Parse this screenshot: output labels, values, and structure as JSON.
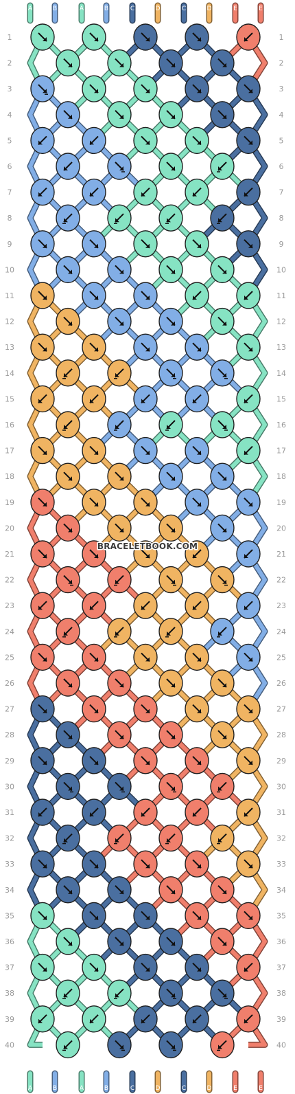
{
  "watermark": "BRACELETBOOK.COM",
  "strands": {
    "top_labels": [
      "A",
      "B",
      "A",
      "B",
      "C",
      "D",
      "C",
      "D",
      "E",
      "E"
    ],
    "bottom_labels": [
      "A",
      "B",
      "A",
      "B",
      "C",
      "D",
      "C",
      "D",
      "E",
      "E"
    ],
    "colors": {
      "A": "#86e3c3",
      "B": "#82aee6",
      "C": "#4a6fa0",
      "D": "#f0b462",
      "E": "#f07f6c"
    }
  },
  "row_count": 40,
  "row_numbers_left": [
    "1",
    "2",
    "3",
    "4",
    "5",
    "6",
    "7",
    "8",
    "9",
    "10",
    "11",
    "12",
    "13",
    "14",
    "15",
    "16",
    "17",
    "18",
    "19",
    "20",
    "21",
    "22",
    "23",
    "24",
    "25",
    "26",
    "27",
    "28",
    "29",
    "30",
    "31",
    "32",
    "33",
    "34",
    "35",
    "36",
    "37",
    "38",
    "39",
    "40"
  ],
  "row_numbers_right": [
    "1",
    "2",
    "3",
    "4",
    "5",
    "6",
    "7",
    "8",
    "9",
    "10",
    "11",
    "12",
    "13",
    "14",
    "15",
    "16",
    "17",
    "18",
    "19",
    "20",
    "21",
    "22",
    "23",
    "24",
    "25",
    "26",
    "27",
    "28",
    "29",
    "30",
    "31",
    "32",
    "33",
    "34",
    "35",
    "36",
    "37",
    "38",
    "39",
    "40"
  ],
  "knots": [
    {
      "row": 1,
      "colors": [
        "A",
        "A",
        "C",
        "C",
        "E"
      ],
      "dirs": [
        "se",
        "se",
        "se",
        "se",
        "sw"
      ]
    },
    {
      "row": 2,
      "colors": [
        "A",
        "A",
        "C",
        "C"
      ],
      "dirs": [
        "se",
        "se",
        "se",
        "se"
      ]
    },
    {
      "row": 3,
      "colors": [
        "B",
        "A",
        "A",
        "C",
        "C"
      ],
      "dirs": [
        "bse",
        "se",
        "se",
        "se",
        "se"
      ]
    },
    {
      "row": 4,
      "colors": [
        "B",
        "A",
        "A",
        "C"
      ],
      "dirs": [
        "se",
        "se",
        "se",
        "se"
      ]
    },
    {
      "row": 5,
      "colors": [
        "B",
        "B",
        "A",
        "A",
        "C"
      ],
      "dirs": [
        "sw",
        "sw",
        "se",
        "se",
        "se"
      ]
    },
    {
      "row": 6,
      "colors": [
        "B",
        "B",
        "A",
        "A"
      ],
      "dirs": [
        "sw",
        "bse",
        "se",
        "bsw"
      ]
    },
    {
      "row": 7,
      "colors": [
        "B",
        "B",
        "A",
        "A",
        "C"
      ],
      "dirs": [
        "sw",
        "sw",
        "sw",
        "sw",
        "sw"
      ]
    },
    {
      "row": 8,
      "colors": [
        "B",
        "A",
        "A",
        "C"
      ],
      "dirs": [
        "bsw",
        "bsw",
        "bsw",
        "bsw"
      ]
    },
    {
      "row": 9,
      "colors": [
        "B",
        "B",
        "A",
        "A",
        "C"
      ],
      "dirs": [
        "se",
        "se",
        "se",
        "se",
        "se"
      ]
    },
    {
      "row": 10,
      "colors": [
        "B",
        "B",
        "A",
        "A"
      ],
      "dirs": [
        "se",
        "se",
        "se",
        "se"
      ]
    },
    {
      "row": 11,
      "colors": [
        "D",
        "B",
        "B",
        "A",
        "A"
      ],
      "dirs": [
        "se",
        "se",
        "se",
        "sw",
        "sw"
      ]
    },
    {
      "row": 12,
      "colors": [
        "D",
        "B",
        "B",
        "A"
      ],
      "dirs": [
        "se",
        "se",
        "se",
        "se"
      ]
    },
    {
      "row": 13,
      "colors": [
        "D",
        "D",
        "B",
        "B",
        "A"
      ],
      "dirs": [
        "se",
        "se",
        "se",
        "se",
        "se"
      ]
    },
    {
      "row": 14,
      "colors": [
        "D",
        "D",
        "B",
        "B"
      ],
      "dirs": [
        "bsw",
        "bsw",
        "bse",
        "bse"
      ]
    },
    {
      "row": 15,
      "colors": [
        "D",
        "D",
        "B",
        "B",
        "A"
      ],
      "dirs": [
        "sw",
        "sw",
        "sw",
        "sw",
        "sw"
      ]
    },
    {
      "row": 16,
      "colors": [
        "D",
        "B",
        "A",
        "A"
      ],
      "dirs": [
        "bsw",
        "bsw",
        "bsw",
        "bse"
      ]
    },
    {
      "row": 17,
      "colors": [
        "D",
        "D",
        "B",
        "B",
        "A"
      ],
      "dirs": [
        "se",
        "se",
        "se",
        "se",
        "sw"
      ]
    },
    {
      "row": 18,
      "colors": [
        "D",
        "D",
        "B",
        "B"
      ],
      "dirs": [
        "se",
        "se",
        "se",
        "se"
      ]
    },
    {
      "row": 19,
      "colors": [
        "E",
        "D",
        "D",
        "B",
        "B"
      ],
      "dirs": [
        "se",
        "se",
        "se",
        "se",
        "se"
      ]
    },
    {
      "row": 20,
      "colors": [
        "E",
        "D",
        "D",
        "B"
      ],
      "dirs": [
        "se",
        "se",
        "se",
        "se"
      ]
    },
    {
      "row": 21,
      "colors": [
        "E",
        "E",
        "D",
        "D",
        "B"
      ],
      "dirs": [
        "se",
        "se",
        "se",
        "sw",
        "sw"
      ]
    },
    {
      "row": 22,
      "colors": [
        "E",
        "E",
        "D",
        "D"
      ],
      "dirs": [
        "bse",
        "bsw",
        "bse",
        "bse"
      ]
    },
    {
      "row": 23,
      "colors": [
        "E",
        "E",
        "D",
        "D",
        "B"
      ],
      "dirs": [
        "sw",
        "sw",
        "sw",
        "sw",
        "sw"
      ]
    },
    {
      "row": 24,
      "colors": [
        "E",
        "D",
        "D",
        "B"
      ],
      "dirs": [
        "bsw",
        "bsw",
        "bsw",
        "bsw"
      ]
    },
    {
      "row": 25,
      "colors": [
        "E",
        "E",
        "D",
        "D",
        "B"
      ],
      "dirs": [
        "se",
        "se",
        "se",
        "se",
        "se"
      ]
    },
    {
      "row": 26,
      "colors": [
        "E",
        "E",
        "D",
        "D"
      ],
      "dirs": [
        "se",
        "se",
        "se",
        "se"
      ]
    },
    {
      "row": 27,
      "colors": [
        "C",
        "E",
        "E",
        "D",
        "D"
      ],
      "dirs": [
        "se",
        "se",
        "se",
        "se",
        "se"
      ]
    },
    {
      "row": 28,
      "colors": [
        "C",
        "E",
        "E",
        "D"
      ],
      "dirs": [
        "se",
        "se",
        "se",
        "se"
      ]
    },
    {
      "row": 29,
      "colors": [
        "C",
        "C",
        "E",
        "E",
        "D"
      ],
      "dirs": [
        "se",
        "se",
        "se",
        "se",
        "se"
      ]
    },
    {
      "row": 30,
      "colors": [
        "C",
        "C",
        "E",
        "E"
      ],
      "dirs": [
        "bse",
        "bse",
        "bse",
        "bsw"
      ]
    },
    {
      "row": 31,
      "colors": [
        "C",
        "C",
        "E",
        "E",
        "D"
      ],
      "dirs": [
        "sw",
        "sw",
        "sw",
        "sw",
        "sw"
      ]
    },
    {
      "row": 32,
      "colors": [
        "C",
        "E",
        "E",
        "D"
      ],
      "dirs": [
        "bsw",
        "bsw",
        "bsw",
        "bsw"
      ]
    },
    {
      "row": 33,
      "colors": [
        "C",
        "C",
        "E",
        "E",
        "D"
      ],
      "dirs": [
        "se",
        "se",
        "se",
        "se",
        "se"
      ]
    },
    {
      "row": 34,
      "colors": [
        "C",
        "C",
        "E",
        "E"
      ],
      "dirs": [
        "se",
        "se",
        "se",
        "se"
      ]
    },
    {
      "row": 35,
      "colors": [
        "A",
        "C",
        "C",
        "E",
        "E"
      ],
      "dirs": [
        "se",
        "se",
        "se",
        "se",
        "se"
      ]
    },
    {
      "row": 36,
      "colors": [
        "A",
        "C",
        "C",
        "E"
      ],
      "dirs": [
        "se",
        "se",
        "se",
        "se"
      ]
    },
    {
      "row": 37,
      "colors": [
        "A",
        "A",
        "C",
        "C",
        "E"
      ],
      "dirs": [
        "se",
        "se",
        "se",
        "se",
        "sw"
      ]
    },
    {
      "row": 38,
      "colors": [
        "A",
        "A",
        "C",
        "C"
      ],
      "dirs": [
        "bsw",
        "bsw",
        "bse",
        "bse"
      ]
    },
    {
      "row": 39,
      "colors": [
        "A",
        "A",
        "C",
        "C",
        "E"
      ],
      "dirs": [
        "sw",
        "sw",
        "sw",
        "sw",
        "sw"
      ]
    },
    {
      "row": 40,
      "colors": [
        "A",
        "C",
        "C",
        "E"
      ],
      "dirs": [
        "bsw",
        "bse",
        "bse",
        "bsw"
      ]
    }
  ]
}
